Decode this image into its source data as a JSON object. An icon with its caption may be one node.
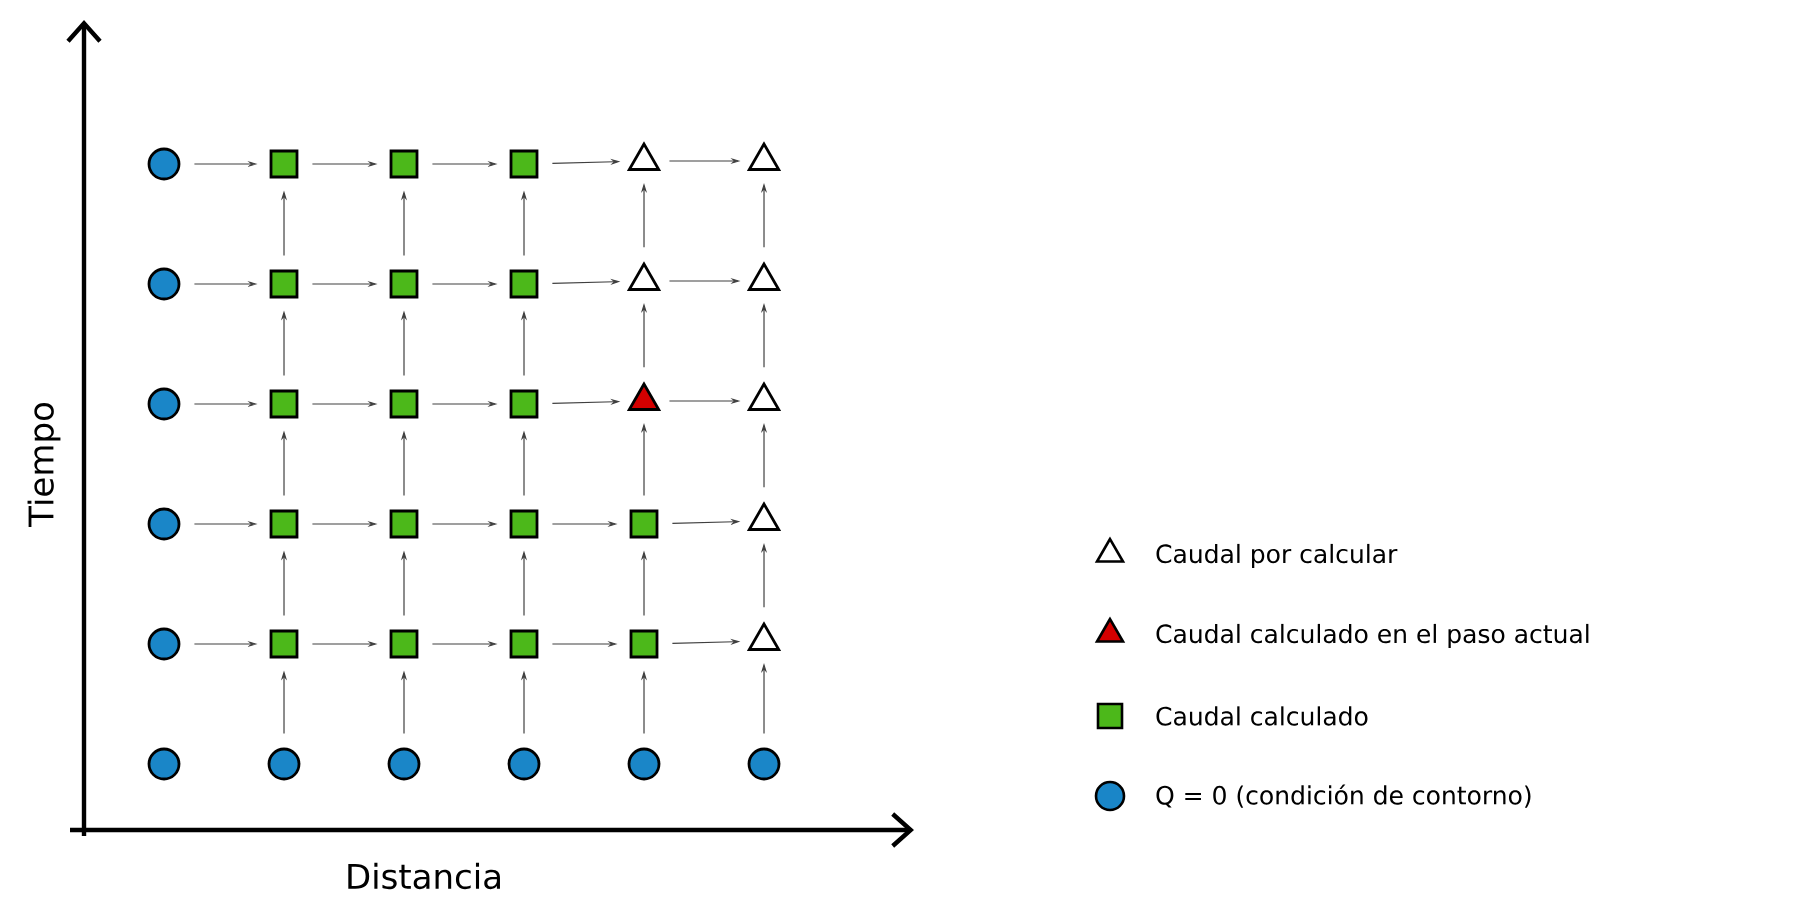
{
  "diagram": {
    "nodes": [
      {
        "text": [],
        "shape": "circle"
      },
      {
        "text": [],
        "shape": "box"
      },
      {
        "text": [],
        "shape": "box"
      },
      {
        "text": [],
        "shape": "box"
      },
      {
        "text": [],
        "shape": "triangle"
      },
      {
        "text": [],
        "shape": "triangle"
      },
      {
        "text": [],
        "shape": "circle"
      },
      {
        "text": [],
        "shape": "box"
      },
      {
        "text": [],
        "shape": "box"
      },
      {
        "text": [],
        "shape": "box"
      },
      {
        "text": [],
        "shape": "triangle"
      },
      {
        "text": [],
        "shape": "triangle"
      },
      {
        "text": [],
        "shape": "circle"
      },
      {
        "text": [],
        "shape": "box"
      },
      {
        "text": [],
        "shape": "box"
      },
      {
        "text": [],
        "shape": "box"
      },
      {
        "text": [],
        "shape": "triangle"
      },
      {
        "text": [],
        "shape": "triangle"
      },
      {
        "text": [],
        "shape": "circle"
      },
      {
        "text": [],
        "shape": "box"
      },
      {
        "text": [],
        "shape": "box"
      },
      {
        "text": [],
        "shape": "box"
      },
      {
        "text": [],
        "shape": "box"
      },
      {
        "text": [],
        "shape": "triangle"
      },
      {
        "text": [],
        "shape": "circle"
      },
      {
        "text": [],
        "shape": "box"
      },
      {
        "text": [],
        "shape": "box"
      },
      {
        "text": [],
        "shape": "box"
      },
      {
        "text": [],
        "shape": "box"
      },
      {
        "text": [],
        "shape": "triangle"
      },
      {
        "text": [],
        "shape": "circle"
      },
      {
        "text": [],
        "shape": "circle"
      },
      {
        "text": [],
        "shape": "circle"
      },
      {
        "text": [],
        "shape": "circle"
      },
      {
        "text": [],
        "shape": "circle"
      },
      {
        "text": [],
        "shape": "circle"
      }
    ],
    "edges": [
      {
        "from": 0,
        "to": 1,
        "arrow": "to"
      },
      {
        "from": 1,
        "to": 2,
        "arrow": "to"
      },
      {
        "from": 2,
        "to": 3,
        "arrow": "to"
      },
      {
        "from": 3,
        "to": 4,
        "arrow": "to"
      },
      {
        "from": 4,
        "to": 5,
        "arrow": "to"
      },
      {
        "from": 6,
        "to": 7,
        "arrow": "to"
      },
      {
        "from": 7,
        "to": 8,
        "arrow": "to"
      },
      {
        "from": 8,
        "to": 9,
        "arrow": "to"
      },
      {
        "from": 9,
        "to": 10,
        "arrow": "to"
      },
      {
        "from": 10,
        "to": 11,
        "arrow": "to"
      },
      {
        "from": 12,
        "to": 13,
        "arrow": "to"
      },
      {
        "from": 13,
        "to": 14,
        "arrow": "to"
      },
      {
        "from": 14,
        "to": 15,
        "arrow": "to"
      },
      {
        "from": 15,
        "to": 16,
        "arrow": "to"
      },
      {
        "from": 16,
        "to": 17,
        "arrow": "to"
      },
      {
        "from": 18,
        "to": 19,
        "arrow": "to"
      },
      {
        "from": 19,
        "to": 20,
        "arrow": "to"
      },
      {
        "from": 20,
        "to": 21,
        "arrow": "to"
      },
      {
        "from": 21,
        "to": 22,
        "arrow": "to"
      },
      {
        "from": 22,
        "to": 23,
        "arrow": "to"
      },
      {
        "from": 24,
        "to": 25,
        "arrow": "to"
      },
      {
        "from": 25,
        "to": 26,
        "arrow": "to"
      },
      {
        "from": 26,
        "to": 27,
        "arrow": "to"
      },
      {
        "from": 27,
        "to": 28,
        "arrow": "to"
      },
      {
        "from": 28,
        "to": 29,
        "arrow": "to"
      },
      {
        "from": 7,
        "to": 1,
        "arrow": "to"
      },
      {
        "from": 8,
        "to": 2,
        "arrow": "to"
      },
      {
        "from": 9,
        "to": 3,
        "arrow": "to"
      },
      {
        "from": 10,
        "to": 4,
        "arrow": "to"
      },
      {
        "from": 11,
        "to": 5,
        "arrow": "to"
      },
      {
        "from": 13,
        "to": 7,
        "arrow": "to"
      },
      {
        "from": 14,
        "to": 8,
        "arrow": "to"
      },
      {
        "from": 15,
        "to": 9,
        "arrow": "to"
      },
      {
        "from": 16,
        "to": 10,
        "arrow": "to"
      },
      {
        "from": 17,
        "to": 11,
        "arrow": "to"
      },
      {
        "from": 19,
        "to": 13,
        "arrow": "to"
      },
      {
        "from": 20,
        "to": 14,
        "arrow": "to"
      },
      {
        "from": 21,
        "to": 15,
        "arrow": "to"
      },
      {
        "from": 22,
        "to": 16,
        "arrow": "to"
      },
      {
        "from": 23,
        "to": 17,
        "arrow": "to"
      },
      {
        "from": 25,
        "to": 19,
        "arrow": "to"
      },
      {
        "from": 26,
        "to": 20,
        "arrow": "to"
      },
      {
        "from": 27,
        "to": 21,
        "arrow": "to"
      },
      {
        "from": 28,
        "to": 22,
        "arrow": "to"
      },
      {
        "from": 29,
        "to": 23,
        "arrow": "to"
      },
      {
        "from": 31,
        "to": 25,
        "arrow": "to"
      },
      {
        "from": 32,
        "to": 26,
        "arrow": "to"
      },
      {
        "from": 33,
        "to": 27,
        "arrow": "to"
      },
      {
        "from": 34,
        "to": 28,
        "arrow": "to"
      },
      {
        "from": 35,
        "to": 29,
        "arrow": "to"
      }
    ],
    "labels": [
      "Tiempo",
      "Distancia"
    ],
    "legend": [
      {
        "text": "Caudal por calcular"
      },
      {
        "text": "Caudal calculado en el paso actual"
      },
      {
        "text": "Caudal calculado"
      },
      {
        "text": "Q = 0 (condición de contorno)"
      }
    ]
  }
}
